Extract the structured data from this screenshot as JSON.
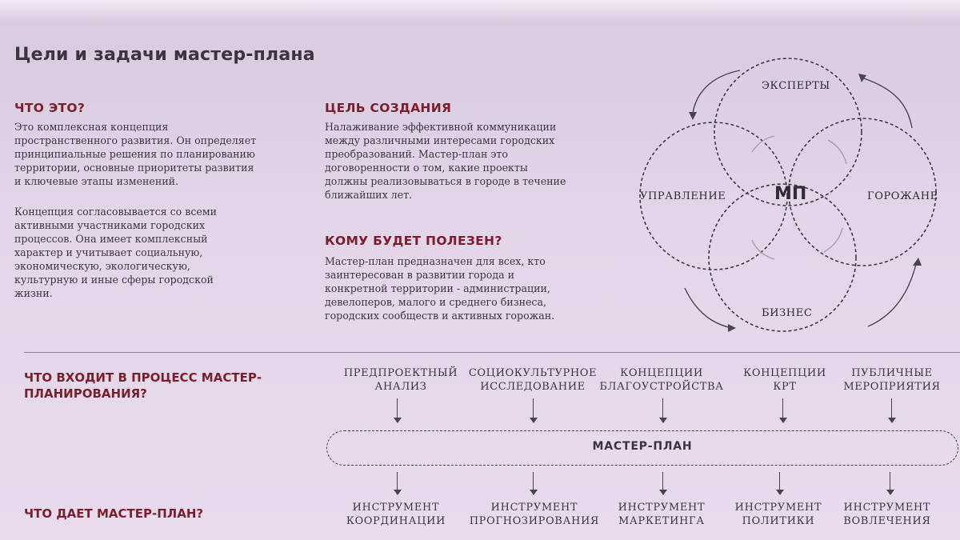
{
  "title": "Цели и задачи мастер-плана",
  "what_is": {
    "heading": "ЧТО ЭТО?",
    "para1": "Это комплексная концепция\nпространственного развития. Он определяет\nпринципиальные решения по планированию\nтерритории, основные приоритеты развития\nи ключевые этапы изменений.",
    "para2": "Концепция согласовывается со всеми\nактивными участниками городских\nпроцессов. Она имеет комплексный\nхарактер и учитывает социальную,\nэкономическую, экологическую,\nкультурную и иные сферы городской\nжизни."
  },
  "goal": {
    "heading": "ЦЕЛЬ СОЗДАНИЯ",
    "para": "Налаживание эффективной коммуникации\nмежду различными интересами городских\nпреобразований. Мастер-план это\nдоговоренности о том, какие проекты\nдолжны реализовываться в городе в течение\nближайших лет."
  },
  "useful": {
    "heading": "КОМУ БУДЕТ ПОЛЕЗЕН?",
    "para": "Мастер-план предназначен для всех, кто\nзаинтересован в развитии города и\nконкретной территории - администрации,\nдевелоперов, малого и среднего бизнеса,\nгородских сообществ и активных горожан."
  },
  "venn": {
    "top": "ЭКСПЕРТЫ",
    "left": "УПРАВЛЕНИЕ",
    "right": "ГОРОЖАНЕ",
    "bottom": "БИЗНЕС",
    "center": "МП"
  },
  "process": {
    "question": "ЧТО ВХОДИТ В ПРОЦЕСС МАСТЕР-\nПЛАНИРОВАНИЯ?",
    "steps": [
      "ПРЕДПРОЕКТНЫЙ\nАНАЛИЗ",
      "СОЦИОКУЛЬТУРНОЕ\nИССЛЕДОВАНИЕ",
      "КОНЦЕПЦИИ\nБЛАГОУСТРОЙСТВА",
      "КОНЦЕПЦИИ\nКРТ",
      "ПУБЛИЧНЫЕ\nМЕРОПРИЯТИЯ"
    ],
    "center_label": "МАСТЕР-ПЛАН"
  },
  "gives": {
    "question": "ЧТО ДАЕТ МАСТЕР-ПЛАН?",
    "tools": [
      "ИНСТРУМЕНТ\nКООРДИНАЦИИ",
      "ИНСТРУМЕНТ\nПРОГНОЗИРОВАНИЯ",
      "ИНСТРУМЕНТ\nМАРКЕТИНГА",
      "ИНСТРУМЕНТ\nПОЛИТИКИ",
      "ИНСТРУМЕНТ\nВОВЛЕЧЕНИЯ"
    ]
  }
}
